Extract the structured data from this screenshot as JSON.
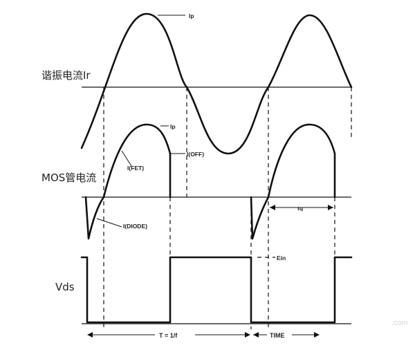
{
  "labels": {
    "resonant_current": "谐振电流Ir",
    "mos_current": "MOS管电流",
    "vds": "Vds"
  },
  "annotations": {
    "ip_top": "Ip",
    "ip_mid": "Ip",
    "i_fet": "I(FET)",
    "i_off": "I(OFF)",
    "i_diode": "I(DIODE)",
    "tq": "tq",
    "ein": "Ein",
    "period": "T = 1/f",
    "time": "TIME",
    "watermark": ".com"
  }
}
